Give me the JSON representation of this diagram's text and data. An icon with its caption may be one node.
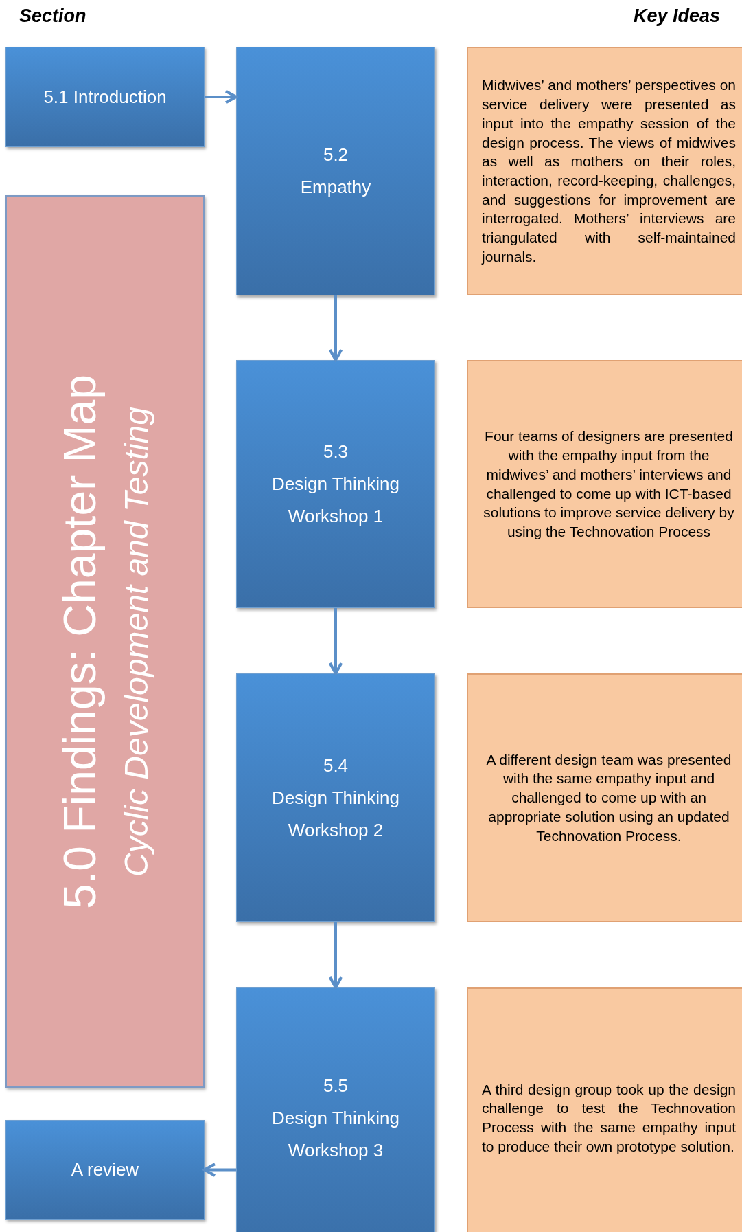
{
  "diagram": {
    "nodes": [
      {
        "text": [
          "5.1 Introduction"
        ]
      },
      {
        "text": [
          "5.2",
          "Empathy"
        ]
      },
      {
        "text": [
          "Midwives’ and mothers’ perspectives on service delivery were presented as input into the empathy session of the design process.  The views of midwives as well as mothers on their roles, interaction, record-keeping, challenges, and suggestions for improvement are interrogated. Mothers’ interviews are triangulated with self-maintained journals."
        ]
      },
      {
        "text": [
          "5.0 Findings: Chapter Map",
          "Cyclic Development and Testing"
        ]
      },
      {
        "text": [
          "5.3",
          "Design Thinking",
          "Workshop 1"
        ]
      },
      {
        "text": [
          "Four teams of designers are presented with the empathy input from the midwives’ and mothers’ interviews and challenged to come up with ICT-based solutions to improve service delivery by using the Technovation Process"
        ]
      },
      {
        "text": [
          "5.4",
          "Design Thinking",
          "Workshop 2"
        ]
      },
      {
        "text": [
          "A different design team was presented with the same empathy input and challenged to come up with an appropriate solution using an updated Technovation Process."
        ]
      },
      {
        "text": [
          "5.5",
          "Design Thinking",
          "Workshop 3"
        ]
      },
      {
        "text": [
          "A third design group took up the design challenge to test the Technovation Process with the same empathy input to produce their own prototype solution."
        ]
      },
      {
        "text": [
          "A review"
        ]
      }
    ],
    "edges": [
      {
        "from": 0,
        "to": 1,
        "arrow": "to"
      },
      {
        "from": 1,
        "to": 4,
        "arrow": "to"
      },
      {
        "from": 4,
        "to": 6,
        "arrow": "to"
      },
      {
        "from": 6,
        "to": 8,
        "arrow": "to"
      },
      {
        "from": 8,
        "to": 10,
        "arrow": "to"
      }
    ],
    "labels": [
      "Section",
      "Key Ideas"
    ]
  }
}
